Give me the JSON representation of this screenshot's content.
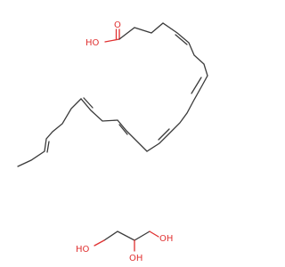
{
  "structures": [
    {
      "id": "fatty-acid",
      "labels": [
        "O",
        "HO"
      ]
    },
    {
      "id": "glycerol",
      "labels": [
        "HO",
        "OH",
        "OH"
      ]
    }
  ],
  "colors": {
    "bond": "#3a3a3a",
    "oxygen": "#e03030",
    "background": "#ffffff"
  }
}
